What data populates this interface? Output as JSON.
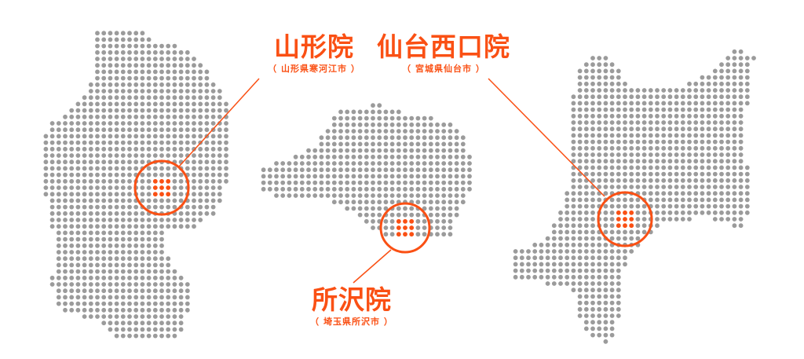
{
  "colors": {
    "accent": "#fa5014",
    "dot": "#9b9b9b"
  },
  "locations": [
    {
      "name": "山形院",
      "sub": "（ 山形県寒河江市 ）",
      "region": "yamagata"
    },
    {
      "name": "仙台西口院",
      "sub": "（ 宮城県仙台市 ）",
      "region": "miyagi"
    },
    {
      "name": "所沢院",
      "sub": "（ 埼玉県所沢市 ）",
      "region": "saitama"
    }
  ]
}
